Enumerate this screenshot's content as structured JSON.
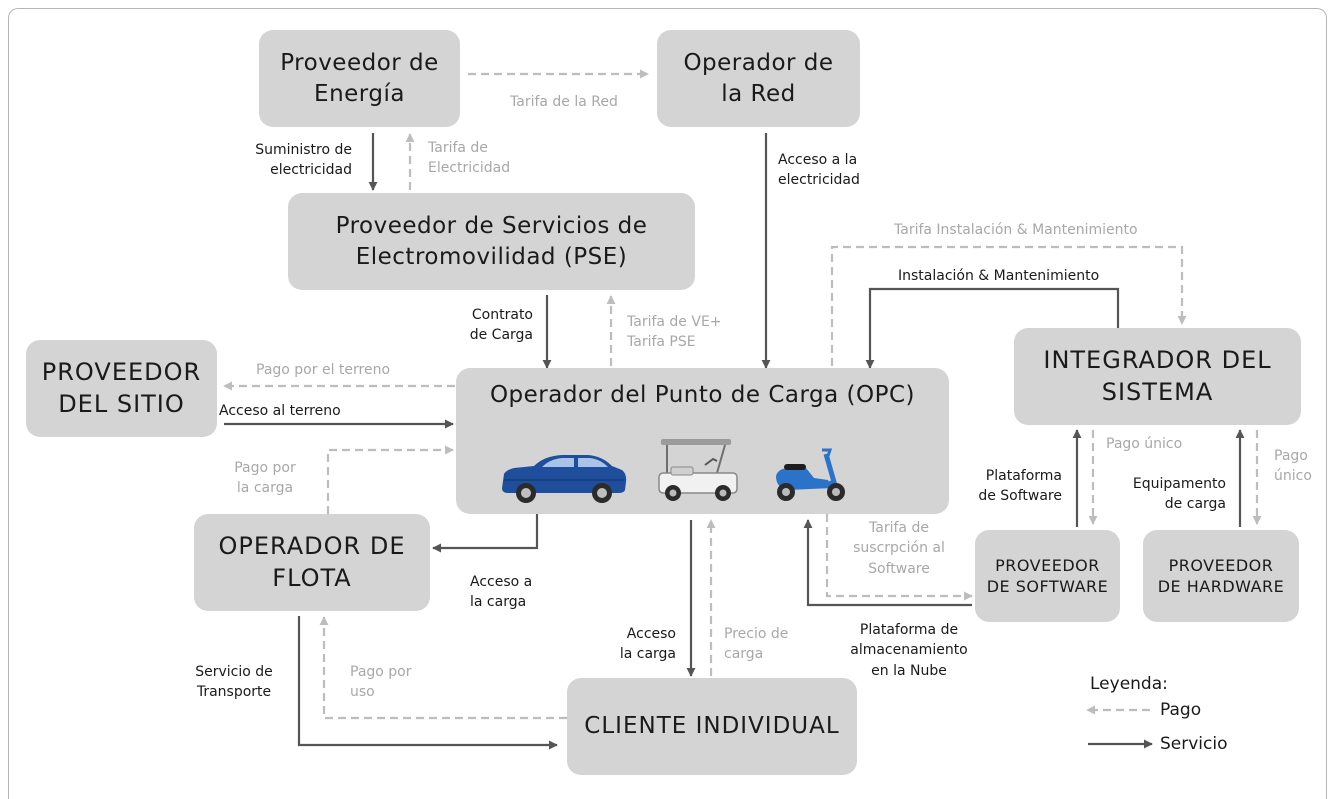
{
  "colors": {
    "box": "#d4d4d4",
    "service": "#555555",
    "payment": "#bdbdbd",
    "car": "#1f4e9c",
    "scooter": "#2a73c9"
  },
  "nodes": {
    "energy": "Proveedor de\nEnergía",
    "grid": "Operador de\nla Red",
    "pse": "Proveedor de Servicios de\nElectromovilidad (PSE)",
    "site": "PROVEEDOR\nDEL SITIO",
    "opc": "Operador del Punto de Carga (OPC)",
    "integrator": "INTEGRADOR DEL\nSISTEMA",
    "fleet": "OPERADOR DE\nFLOTA",
    "software": "PROVEEDOR\nDE SOFTWARE",
    "hardware": "PROVEEDOR\nDE HARDWARE",
    "client": "CLIENTE INDIVIDUAL"
  },
  "labels": {
    "grid_fee": "Tarifa de la Red",
    "electricity_supply": "Suministro de\nelectricidad",
    "electricity_fee": "Tarifa de\nElectricidad",
    "electricity_access": "Acceso a la\nelectricidad",
    "install_fee": "Tarifa Instalación & Mantenimiento",
    "install": "Instalación & Mantenimiento",
    "charging_contract": "Contrato\nde Carga",
    "ev_fee": "Tarifa de VE+\nTarifa PSE",
    "land_payment": "Pago por el terreno",
    "land_access": "Acceso al terreno",
    "charging_payment": "Pago por\nla carga",
    "one_time_payment_1": "Pago único",
    "one_time_payment_2": "Pago\núnico",
    "software_platform": "Plataforma\nde Software",
    "charging_equipment": "Equipamento\nde carga",
    "software_subscription": "Tarifa de\nsuscrpción al\nSoftware",
    "charging_access_fleet": "Acceso a\nla carga",
    "charging_access_client": "Acceso\nla carga",
    "charging_price": "Precio de\ncarga",
    "cloud_platform": "Plataforma de\nalmacenamiento\nen la Nube",
    "transport_service": "Servicio de\nTransporte",
    "usage_payment": "Pago por\nuso"
  },
  "legend": {
    "title": "Leyenda:",
    "payment": "Pago",
    "service": "Servicio"
  },
  "icons": [
    "car-icon",
    "golf-cart-icon",
    "scooter-icon"
  ]
}
